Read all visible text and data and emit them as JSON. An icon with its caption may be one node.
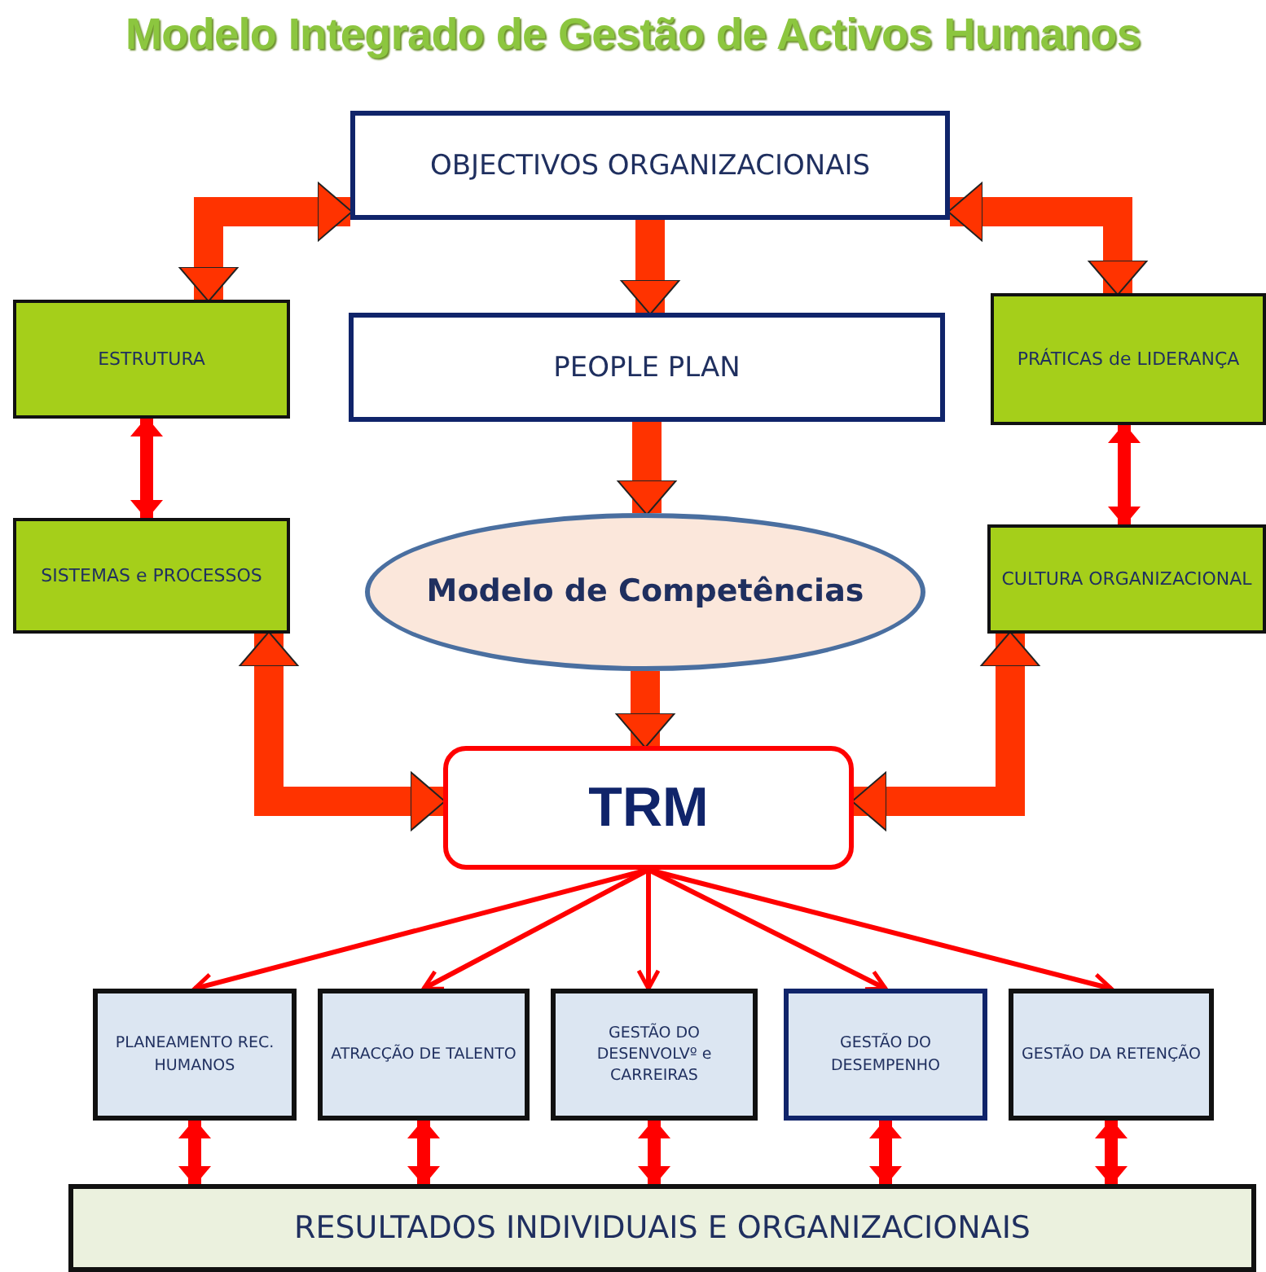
{
  "diagram": {
    "title": "Modelo Integrado de Gestão de Activos Humanos",
    "nodes": [
      {
        "text": [
          "OBJECTIVOS ORGANIZACIONAIS"
        ]
      },
      {
        "text": [
          "ESTRUTURA"
        ]
      },
      {
        "text": [
          "PEOPLE PLAN"
        ]
      },
      {
        "text": [
          "PRÁTICAS de LIDERANÇA"
        ]
      },
      {
        "text": [
          "SISTEMAS e PROCESSOS"
        ]
      },
      {
        "text": [
          "Modelo de Competências"
        ]
      },
      {
        "text": [
          "CULTURA ORGANIZACIONAL"
        ]
      },
      {
        "text": [
          "TRM"
        ]
      },
      {
        "text": [
          "PLANEAMENTO REC. HUMANOS"
        ]
      },
      {
        "text": [
          "ATRACÇÃO DE TALENTO"
        ]
      },
      {
        "text": [
          "GESTÃO DO DESENVOLVº e CARREIRAS"
        ]
      },
      {
        "text": [
          "GESTÃO DO DESEMPENHO"
        ]
      },
      {
        "text": [
          "GESTÃO DA RETENÇÃO"
        ]
      },
      {
        "text": [
          "RESULTADOS INDIVIDUAIS E ORGANIZACIONAIS"
        ]
      }
    ],
    "edges": [
      {
        "from": 0,
        "to": 2,
        "arrow": "to",
        "style": "thick",
        "color": "#ff3300"
      },
      {
        "from": 2,
        "to": 5,
        "arrow": "to",
        "style": "thick",
        "color": "#ff3300"
      },
      {
        "from": 5,
        "to": 7,
        "arrow": "to",
        "style": "thick",
        "color": "#ff3300"
      },
      {
        "from": 1,
        "to": 0,
        "arrow": "both",
        "style": "thick",
        "color": "#ff3300"
      },
      {
        "from": 0,
        "to": 3,
        "arrow": "both",
        "style": "thick",
        "color": "#ff3300"
      },
      {
        "from": 4,
        "to": 7,
        "arrow": "both",
        "style": "thick",
        "color": "#ff3300"
      },
      {
        "from": 7,
        "to": 6,
        "arrow": "both",
        "style": "thick",
        "color": "#ff3300"
      },
      {
        "from": 1,
        "to": 4,
        "arrow": "both"
      },
      {
        "from": 3,
        "to": 6,
        "arrow": "both"
      },
      {
        "from": 7,
        "to": 8,
        "arrow": "to"
      },
      {
        "from": 7,
        "to": 9,
        "arrow": "to"
      },
      {
        "from": 7,
        "to": 10,
        "arrow": "to"
      },
      {
        "from": 7,
        "to": 11,
        "arrow": "to"
      },
      {
        "from": 7,
        "to": 12,
        "arrow": "to"
      },
      {
        "from": 8,
        "to": 13,
        "arrow": "both"
      },
      {
        "from": 9,
        "to": 13,
        "arrow": "both"
      },
      {
        "from": 10,
        "to": 13,
        "arrow": "both"
      },
      {
        "from": 11,
        "to": 13,
        "arrow": "both"
      },
      {
        "from": 12,
        "to": 13,
        "arrow": "both"
      }
    ]
  }
}
